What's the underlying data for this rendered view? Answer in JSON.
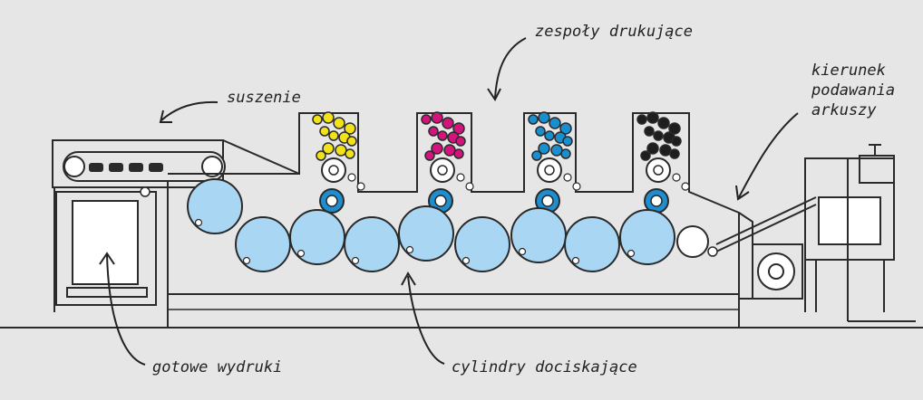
{
  "labels": {
    "printing_units": "zespoły drukujące",
    "drying": "suszenie",
    "feed_direction_1": "kierunek",
    "feed_direction_2": "podawania",
    "feed_direction_3": "arkuszy",
    "finished_prints": "gotowe wydruki",
    "impression_cylinders": "cylindry dociskające"
  },
  "units": [
    {
      "name": "yellow",
      "color": "#f2e21a"
    },
    {
      "name": "magenta",
      "color": "#d3147c"
    },
    {
      "name": "cyan",
      "color": "#1a8fd0"
    },
    {
      "name": "black",
      "color": "#1e1e1e"
    }
  ],
  "colors": {
    "outline": "#2a2a2a",
    "cylinder_fill": "#a9d6f2",
    "blanket_blue": "#1e8ecf",
    "background": "#e6e6e6"
  }
}
